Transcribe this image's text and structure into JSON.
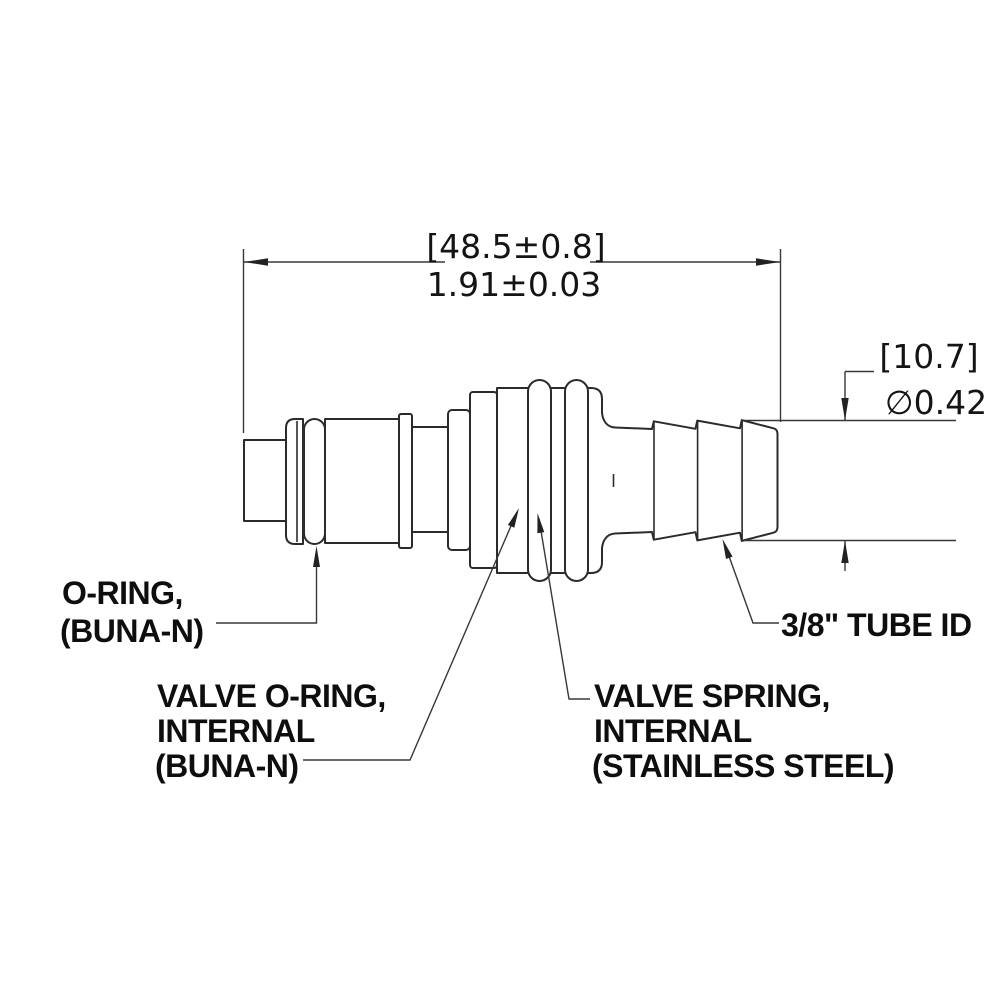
{
  "drawing": {
    "background": "#ffffff",
    "line_color": "#2b2b2b",
    "text_color": "#111111",
    "dim_overall_length": {
      "metric": "[48.5±0.8]",
      "imperial": "1.91±0.03"
    },
    "dim_barb_diameter": {
      "metric": "[10.7]",
      "imperial": "∅0.42"
    },
    "callouts": {
      "o_ring": [
        "O-RING,",
        "(BUNA-N)"
      ],
      "valve_o_ring": [
        "VALVE O-RING,",
        "INTERNAL",
        "(BUNA-N)"
      ],
      "valve_spring": [
        "VALVE SPRING,",
        "INTERNAL",
        "(STAINLESS STEEL)"
      ],
      "tube_id": [
        "3/8\" TUBE ID"
      ]
    }
  }
}
